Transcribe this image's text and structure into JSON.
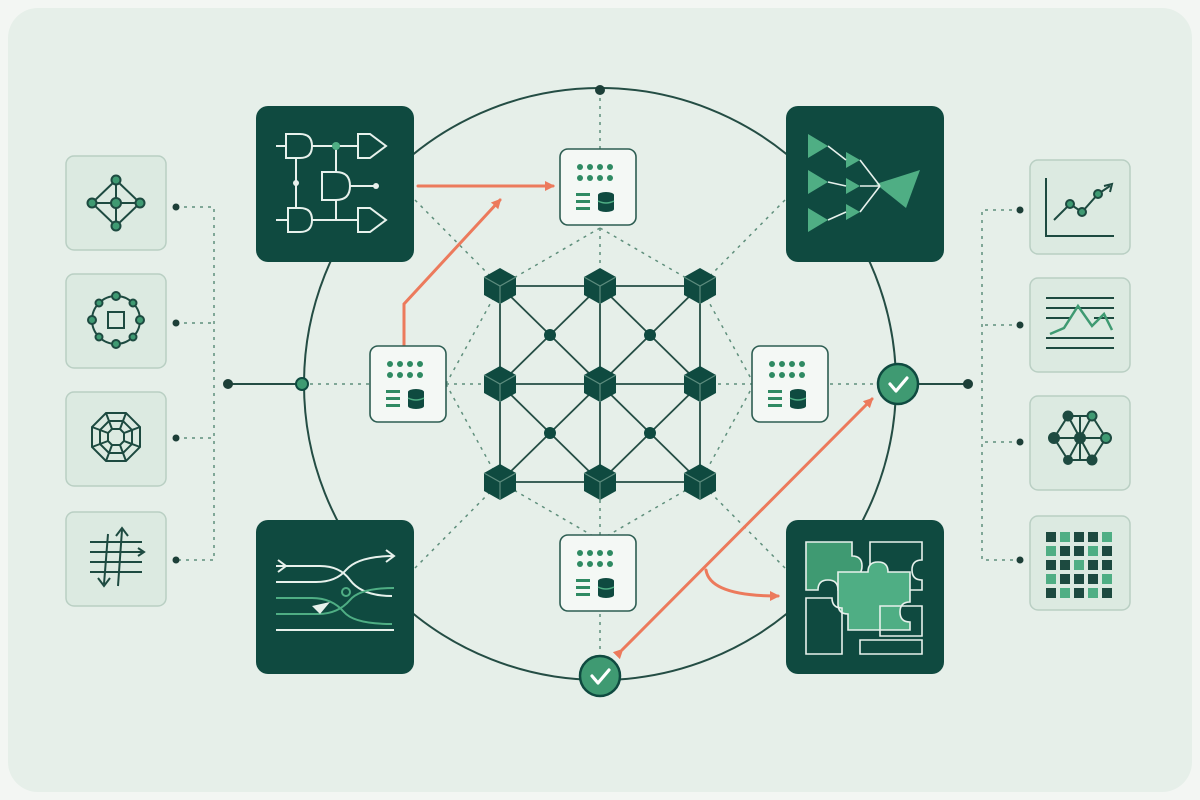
{
  "colors": {
    "page_background": "#f3f6f3",
    "panel_background": "#e6efe9",
    "dark_teal": "#0f4a40",
    "accent_green": "#3f9a72",
    "light_tile": "#dceae1",
    "tile_border": "#b9cfc3",
    "arrow_orange": "#ec7a5c",
    "dotted_line": "#5f8f7c",
    "line_dark": "#244d44"
  },
  "left_icons": [
    "network-node-icon",
    "circular-graph-icon",
    "octagon-layers-icon",
    "sorting-arrows-icon"
  ],
  "right_icons": [
    "line-chart-icon",
    "waveform-chart-icon",
    "node-graph-icon",
    "grid-matrix-icon"
  ],
  "feature_tiles": [
    "logic-gates-icon",
    "converging-triangles-icon",
    "flow-lines-icon",
    "puzzle-pieces-icon"
  ],
  "data_cards": [
    "data-card-top",
    "data-card-left",
    "data-card-right",
    "data-card-bottom"
  ],
  "status_markers": [
    "check-marker-right",
    "check-marker-bottom"
  ]
}
